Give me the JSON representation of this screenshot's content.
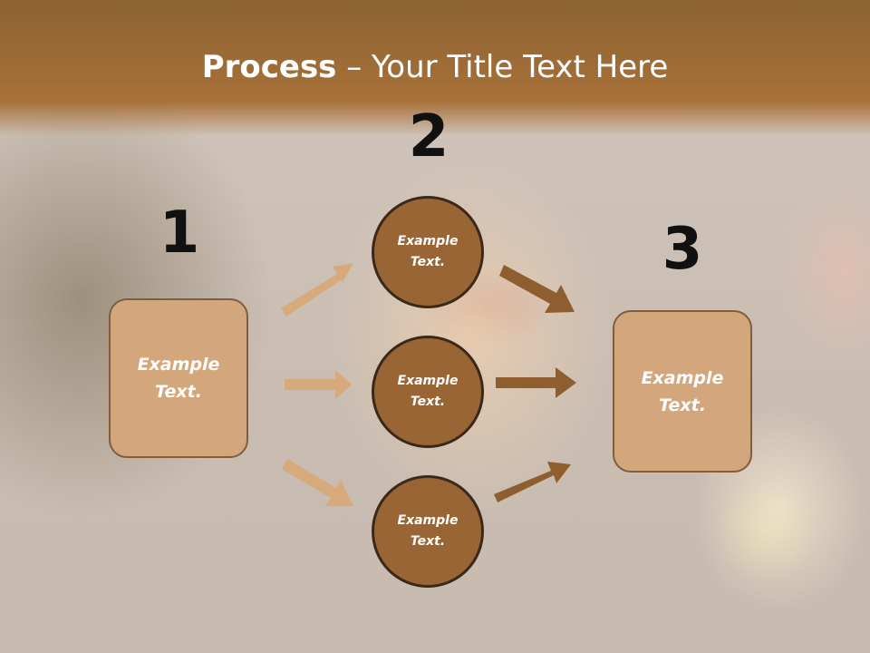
{
  "slide": {
    "title_bold": "Process",
    "title_rest": " – Your Title Text Here"
  },
  "steps": {
    "step1_number": "1",
    "step2_number": "2",
    "step3_number": "3"
  },
  "nodes": {
    "left_box": "Example\nText.",
    "right_box": "Example\nText.",
    "circle_top": "Example\nText.",
    "circle_middle": "Example\nText.",
    "circle_bottom": "Example\nText."
  },
  "colors": {
    "header": "#9b6a35",
    "box_fill": "#d3a77b",
    "circle_fill": "#9a6535",
    "arrow_light": "#d7aa7c",
    "arrow_dark": "#8f5e2e"
  }
}
